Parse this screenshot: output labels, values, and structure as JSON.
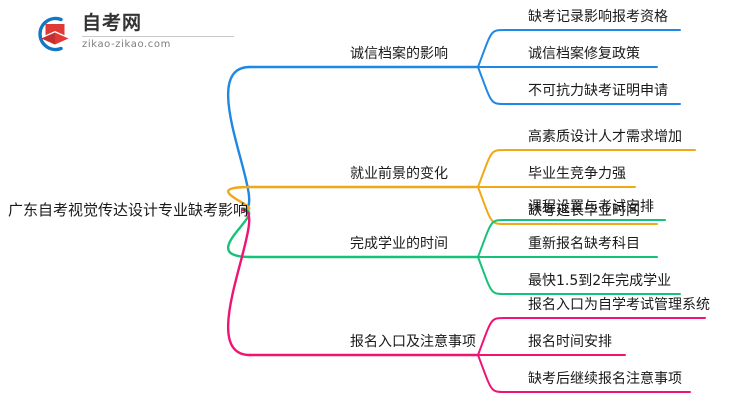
{
  "logo": {
    "title": "自考网",
    "domain": "zikao-zikao.com",
    "mark_icon": "graduation-cap-icon",
    "arc_color": "#1277C4",
    "cap_color": "#E03A37"
  },
  "mindmap": {
    "root": {
      "label": "广东自考视觉传达设计专业缺考影响"
    },
    "branches": [
      {
        "label": "诚信档案的影响",
        "color": "#1E88E5",
        "children": [
          {
            "label": "缺考记录影响报考资格"
          },
          {
            "label": "诚信档案修复政策"
          },
          {
            "label": "不可抗力缺考证明申请"
          }
        ]
      },
      {
        "label": "就业前景的变化",
        "color": "#F0A818",
        "children": [
          {
            "label": "高素质设计人才需求增加"
          },
          {
            "label": "毕业生竞争力强"
          },
          {
            "label": "缺考延长毕业时间"
          }
        ]
      },
      {
        "label": "完成学业的时间",
        "color": "#14C278",
        "children": [
          {
            "label": "课程设置与考试安排"
          },
          {
            "label": "重新报名缺考科目"
          },
          {
            "label": "最快1.5到2年完成学业"
          }
        ]
      },
      {
        "label": "报名入口及注意事项",
        "color": "#EE1374",
        "children": [
          {
            "label": "报名入口为自学考试管理系统"
          },
          {
            "label": "报名时间安排"
          },
          {
            "label": "缺考后继续报名注意事项"
          }
        ]
      }
    ]
  }
}
